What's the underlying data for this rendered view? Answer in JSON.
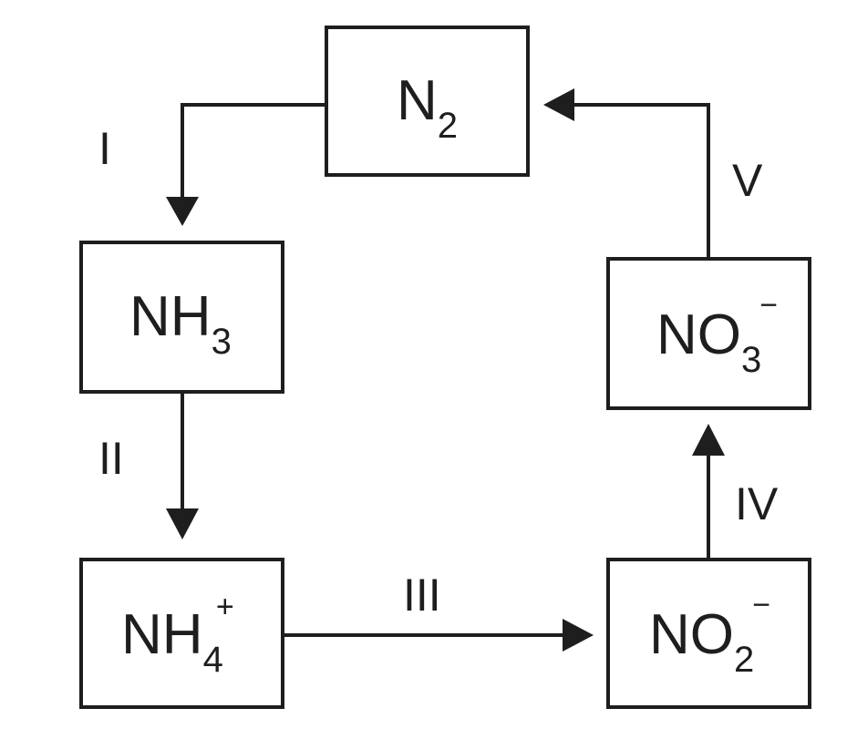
{
  "nodes": {
    "n2": {
      "base": "N",
      "sub": "2",
      "sup": ""
    },
    "nh3": {
      "base": "NH",
      "sub": "3",
      "sup": ""
    },
    "nh4": {
      "base": "NH",
      "sub": "4",
      "sup": "+"
    },
    "no2": {
      "base": "NO",
      "sub": "2",
      "sup": "−"
    },
    "no3": {
      "base": "NO",
      "sub": "3",
      "sup": "−"
    }
  },
  "steps": {
    "i": "I",
    "ii": "II",
    "iii": "III",
    "iv": "IV",
    "v": "V"
  }
}
